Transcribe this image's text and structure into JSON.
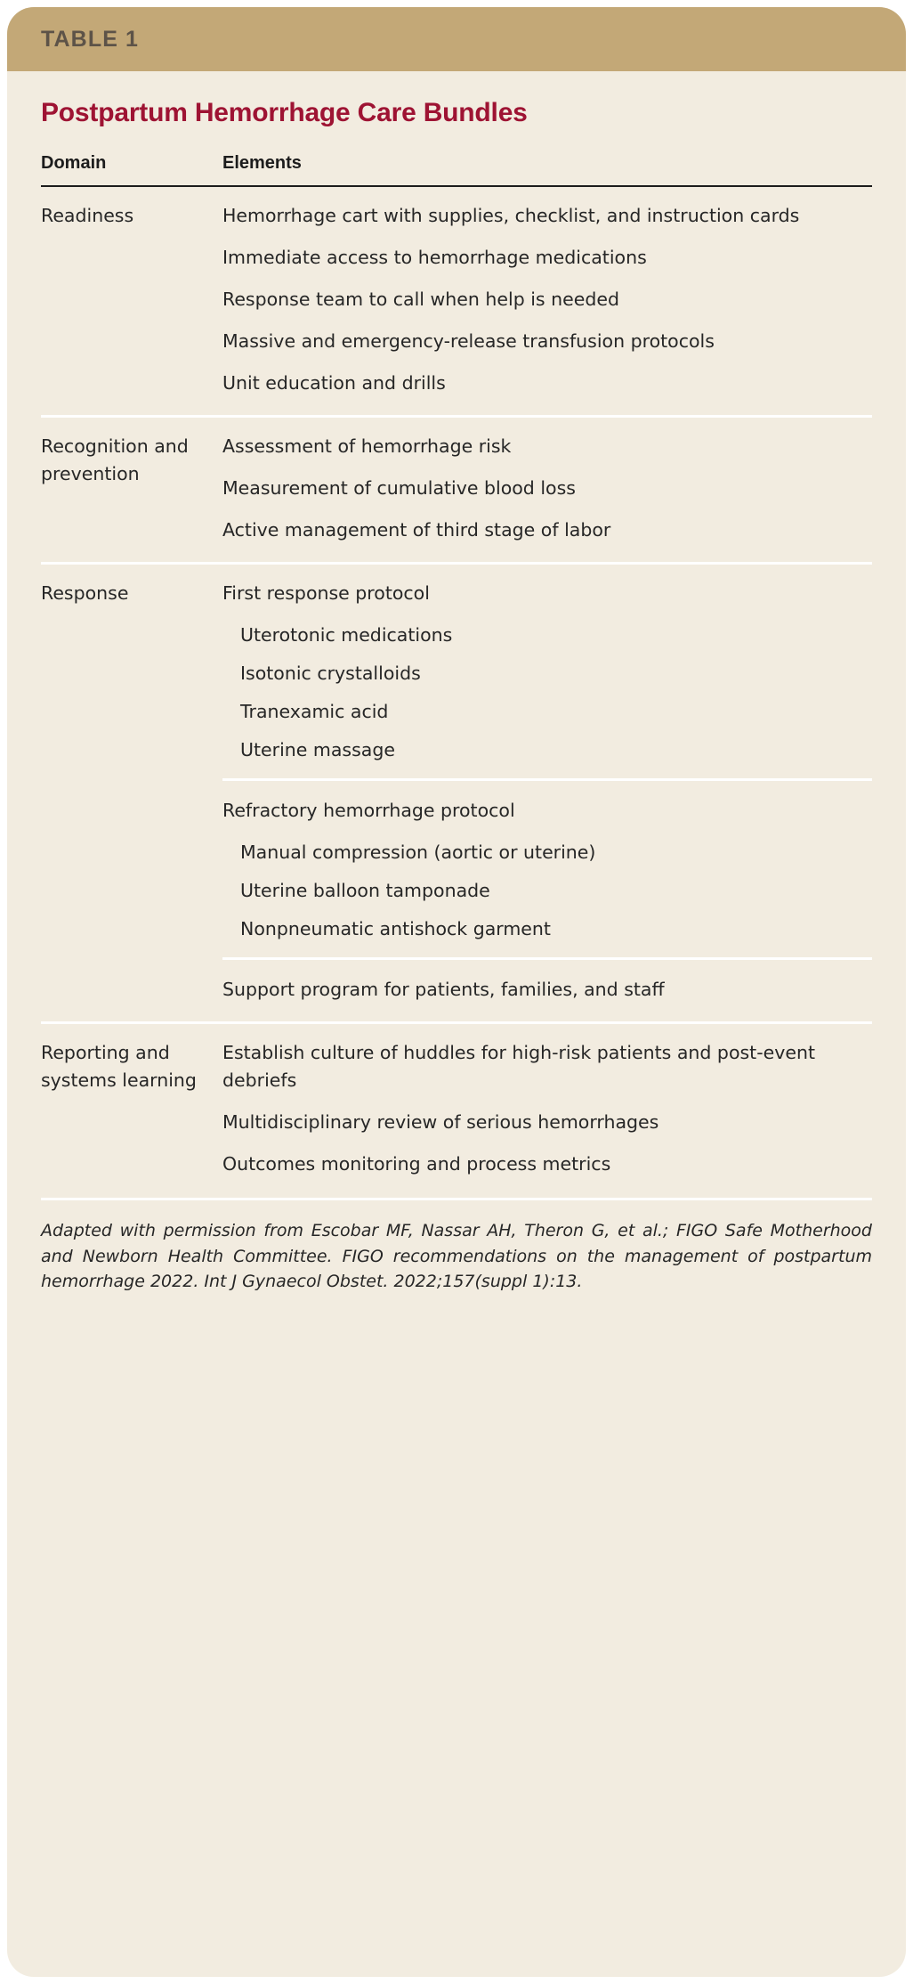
{
  "table": {
    "band_label": "TABLE 1",
    "title": "Postpartum Hemorrhage Care Bundles",
    "columns": {
      "domain": "Domain",
      "elements": "Elements"
    },
    "sections": [
      {
        "domain": "Readiness",
        "groups": [
          {
            "items": [
              {
                "text": "Hemorrhage cart with supplies, checklist, and instruction cards",
                "level": 0
              },
              {
                "text": "Immediate access to hemorrhage medications",
                "level": 0
              },
              {
                "text": "Response team to call when help is needed",
                "level": 0
              },
              {
                "text": "Massive and emergency-release transfusion protocols",
                "level": 0
              },
              {
                "text": "Unit education and drills",
                "level": 0
              }
            ]
          }
        ]
      },
      {
        "domain": "Recognition and prevention",
        "groups": [
          {
            "items": [
              {
                "text": "Assessment of hemorrhage risk",
                "level": 0
              },
              {
                "text": "Measurement of cumulative blood loss",
                "level": 0
              },
              {
                "text": "Active management of third stage of labor",
                "level": 0
              }
            ]
          }
        ]
      },
      {
        "domain": "Response",
        "groups": [
          {
            "items": [
              {
                "text": "First response protocol",
                "level": 0
              },
              {
                "text": "Uterotonic medications",
                "level": 1
              },
              {
                "text": "Isotonic crystalloids",
                "level": 1
              },
              {
                "text": "Tranexamic acid",
                "level": 1
              },
              {
                "text": "Uterine massage",
                "level": 1
              }
            ]
          },
          {
            "items": [
              {
                "text": "Refractory hemorrhage protocol",
                "level": 0
              },
              {
                "text": "Manual compression (aortic or uterine)",
                "level": 1
              },
              {
                "text": "Uterine balloon tamponade",
                "level": 1
              },
              {
                "text": "Nonpneumatic antishock garment",
                "level": 1
              }
            ]
          },
          {
            "items": [
              {
                "text": "Support program for patients, families, and staff",
                "level": 0
              }
            ]
          }
        ]
      },
      {
        "domain": "Reporting and systems learning",
        "groups": [
          {
            "items": [
              {
                "text": "Establish culture of huddles for high-risk patients and post-event debriefs",
                "level": 0
              },
              {
                "text": "Multidisciplinary review of serious hemorrhages",
                "level": 0
              },
              {
                "text": "Outcomes monitoring and process metrics",
                "level": 0
              }
            ]
          }
        ]
      }
    ],
    "footnote": {
      "body": "Adapted with permission from Escobar MF, Nassar AH, Theron G, et al.; FIGO Safe Motherhood and Newborn Health Committee. FIGO recommendations on the management of postpartum hemorrhage 2022. Int J Gynaecol Obstet.",
      "tail": "2022;157(suppl 1):13."
    },
    "colors": {
      "band": "#c3a877",
      "card": "#f2ece0",
      "title": "#9e1333",
      "rule": "#1c1c1c",
      "divider": "#ffffff"
    }
  }
}
